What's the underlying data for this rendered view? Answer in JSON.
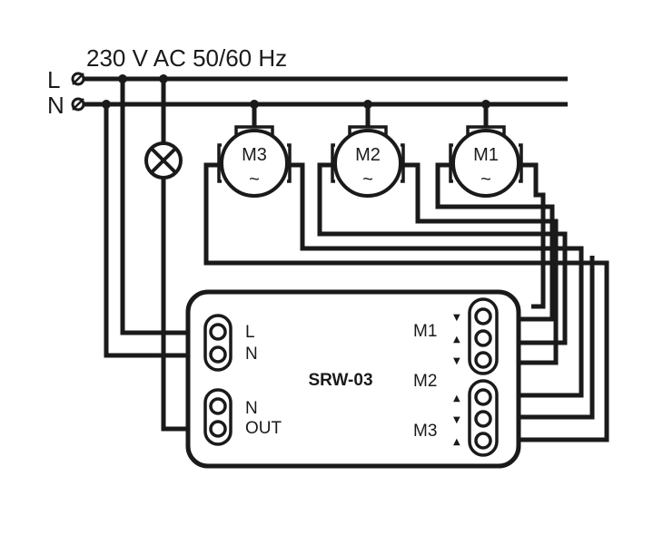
{
  "supply": {
    "header": "230 V AC 50/60 Hz",
    "line_label": "L",
    "neutral_label": "N"
  },
  "motors": [
    {
      "label": "M3",
      "symbol": "~"
    },
    {
      "label": "M2",
      "symbol": "~"
    },
    {
      "label": "M1",
      "symbol": "~"
    }
  ],
  "controller": {
    "title": "SRW-03",
    "power_terminal": {
      "top": "L",
      "bottom": "N"
    },
    "output_terminal": {
      "top": "N",
      "bottom": "OUT"
    },
    "motor_labels": {
      "m1": "M1",
      "m2": "M2",
      "m3": "M3"
    },
    "arrows": {
      "down": "▼",
      "up": "▲"
    }
  }
}
